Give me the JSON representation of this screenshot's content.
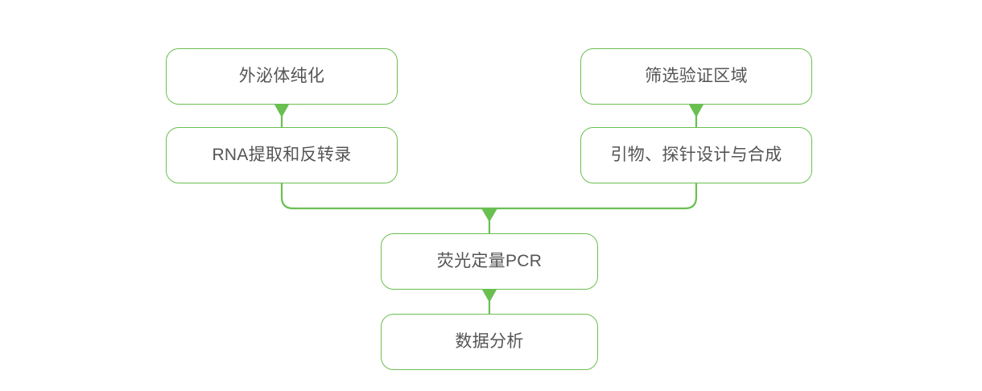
{
  "diagram": {
    "title": "",
    "type": "flowchart",
    "orientation": "top-to-bottom",
    "background_color": "#ffffff",
    "node_border_color": "#6ABF51",
    "node_fill_color": "#ffffff",
    "edge_color": "#6ABF51",
    "text_color": "#555555",
    "nodes": [
      {
        "id": "n0",
        "label": "外泌体纯化",
        "branch": "left",
        "row": 1
      },
      {
        "id": "n1",
        "label": "RNA提取和反转录",
        "branch": "left",
        "row": 2
      },
      {
        "id": "n2",
        "label": "筛选验证区域",
        "branch": "right",
        "row": 1
      },
      {
        "id": "n3",
        "label": "引物、探针设计与合成",
        "branch": "right",
        "row": 2
      },
      {
        "id": "n4",
        "label": "荧光定量PCR",
        "branch": "trunk",
        "row": 3
      },
      {
        "id": "n5",
        "label": "数据分析",
        "branch": "trunk",
        "row": 4
      }
    ],
    "edges": [
      {
        "from": "n0",
        "to": "n1",
        "style": "straight",
        "arrow": "triangle-down"
      },
      {
        "from": "n2",
        "to": "n3",
        "style": "straight",
        "arrow": "triangle-down"
      },
      {
        "from": "n1",
        "to": "n4",
        "style": "elbow-merge",
        "arrow": "triangle-down"
      },
      {
        "from": "n3",
        "to": "n4",
        "style": "elbow-merge",
        "arrow": "triangle-down"
      },
      {
        "from": "n4",
        "to": "n5",
        "style": "straight",
        "arrow": "triangle-down"
      }
    ]
  }
}
